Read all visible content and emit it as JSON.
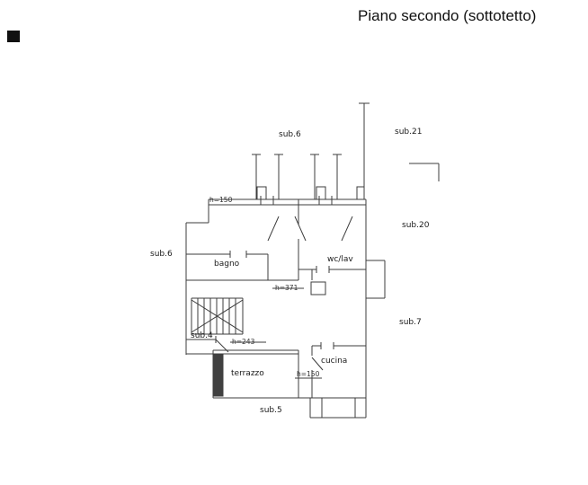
{
  "page": {
    "title": "Piano secondo (sottotetto)"
  },
  "plan": {
    "rooms": {
      "bagno": "bagno",
      "wclav": "wc/lav",
      "cucina": "cucina",
      "terrazzo": "terrazzo"
    },
    "units": {
      "sub6_top": "sub.6",
      "sub21": "sub.21",
      "sub20": "sub.20",
      "sub6_left": "sub.6",
      "sub7": "sub.7",
      "sub4": "sub.4",
      "sub5": "sub.5"
    },
    "heights": {
      "h150_top": "h=150",
      "h371": "h=371",
      "h243": "h=243",
      "h150_bottom": "h=150"
    }
  },
  "colors": {
    "line": "#3c3c3c",
    "background": "#ffffff",
    "text": "#1a1a1a"
  }
}
